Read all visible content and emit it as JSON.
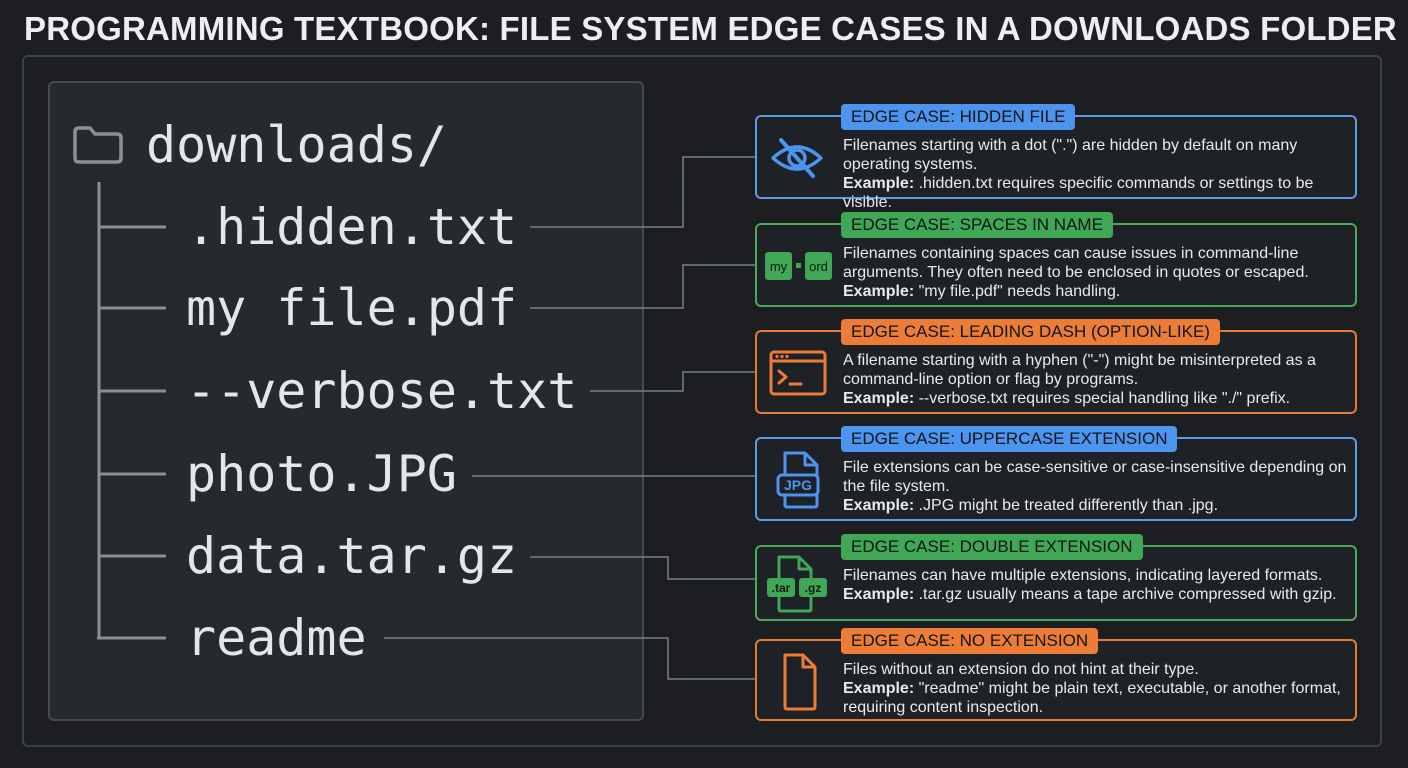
{
  "title": "PROGRAMMING TEXTBOOK: FILE SYSTEM EDGE CASES IN A DOWNLOADS FOLDER",
  "tree": {
    "root": "downloads/",
    "files": [
      ".hidden.txt",
      "my file.pdf",
      "--verbose.txt",
      "photo.JPG",
      "data.tar.gz",
      "readme"
    ]
  },
  "cards": [
    {
      "badge": "EDGE CASE: HIDDEN FILE",
      "color": "#4c94ee",
      "icon": "eye-slash-icon",
      "text": "Filenames starting with a dot (\".\") are hidden by default on many operating systems.",
      "example_label": "Example:",
      "example": " .hidden.txt requires specific commands or settings to be visible."
    },
    {
      "badge": "EDGE CASE: SPACES IN NAME",
      "color": "#3fa755",
      "icon": "split-word-icon",
      "icon_labels": [
        "my",
        "ord"
      ],
      "text": "Filenames containing spaces can cause issues in command-line arguments. They often need to be enclosed in quotes or escaped.",
      "example_label": "Example:",
      "example": " \"my file.pdf\" needs handling."
    },
    {
      "badge": "EDGE CASE: LEADING DASH (OPTION-LIKE)",
      "color": "#ec7c36",
      "icon": "terminal-icon",
      "text": "A filename starting with a hyphen (\"-\") might be misinterpreted as a command-line option or flag by programs.",
      "example_label": "Example:",
      "example": " --verbose.txt requires special handling like \"./\" prefix."
    },
    {
      "badge": "EDGE CASE: UPPERCASE EXTENSION",
      "color": "#4c94ee",
      "icon": "jpg-file-icon",
      "icon_labels": [
        "JPG"
      ],
      "text": "File extensions can be case-sensitive or case-insensitive depending on the file system.",
      "example_label": "Example:",
      "example": " .JPG might be treated differently than .jpg."
    },
    {
      "badge": "EDGE CASE: DOUBLE EXTENSION",
      "color": "#3fa755",
      "icon": "tar-gz-file-icon",
      "icon_labels": [
        ".tar",
        ".gz"
      ],
      "text": "Filenames can have multiple extensions, indicating layered formats.",
      "example_label": "Example:",
      "example": " .tar.gz usually means a tape archive compressed with gzip."
    },
    {
      "badge": "EDGE CASE: NO EXTENSION",
      "color": "#ec7c36",
      "icon": "blank-file-icon",
      "text": "Files without an extension do not hint at their type.",
      "example_label": "Example:",
      "example": " \"readme\" might be plain text, executable, or another format, requiring content inspection."
    }
  ]
}
